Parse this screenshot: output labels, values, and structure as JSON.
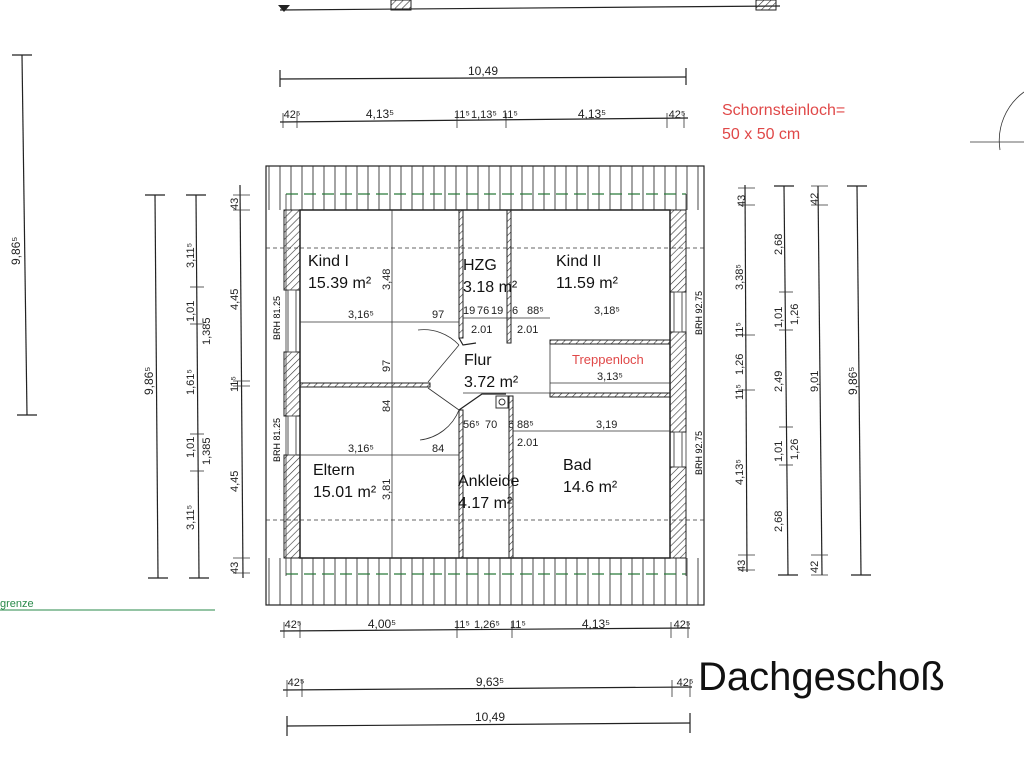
{
  "title": "Dachgeschoß",
  "note": {
    "line1": "Schornsteinloch=",
    "line2": "50 x 50 cm",
    "color": "#e04848"
  },
  "boundary_label": "grenze",
  "rooms": [
    {
      "name": "Kind I",
      "area": "15.39 m²"
    },
    {
      "name": "HZG",
      "area": "3.18 m²"
    },
    {
      "name": "Kind II",
      "area": "11.59 m²"
    },
    {
      "name": "Flur",
      "area": "3.72 m²"
    },
    {
      "name": "Eltern",
      "area": "15.01 m²"
    },
    {
      "name": "Ankleide",
      "area": "4.17 m²"
    },
    {
      "name": "Bad",
      "area": "14.6 m²"
    }
  ],
  "stair_label": "Treppenloch",
  "window_labels": {
    "left": "BRH 81.25",
    "right": "BRH 92.75"
  },
  "top_dims": {
    "total": "10,49",
    "parts": [
      "42⁵",
      "4,13⁵",
      "11⁵",
      "1,13⁵",
      "11⁵",
      "4,13⁵",
      "42⁵"
    ]
  },
  "bottom_dims": {
    "parts": [
      "42⁵",
      "4,00⁵",
      "11⁵",
      "1,26⁵",
      "11⁵",
      "4,13⁵",
      "42⁵"
    ],
    "middle": [
      "42⁵",
      "9,63⁵",
      "42⁵"
    ],
    "total": "10,49"
  },
  "left_dims": {
    "far": "9,86⁵",
    "outer": "9,86⁵",
    "mid": [
      "3,11⁵",
      "1,01",
      "1,385",
      "1,61⁵",
      "1,01",
      "1,385",
      "3,11⁵"
    ],
    "inner": [
      "43",
      "4,45",
      "11⁵",
      "4,45",
      "43"
    ]
  },
  "right_dims": {
    "inner": [
      "43",
      "3,38⁵",
      "11⁵",
      "1,26",
      "11⁵",
      "4,13⁵",
      "43"
    ],
    "mid": [
      "2,68",
      "1,01",
      "1,26",
      "2,49",
      "1,01",
      "1,26",
      "2,68"
    ],
    "outer": [
      "42",
      "9,01",
      "42"
    ],
    "far": "9,86⁵"
  },
  "interior_dims": {
    "kind1_width": "3,16⁵",
    "kind1_height": "3,48",
    "door1": "97",
    "door1_v": "97",
    "hzg": [
      "19",
      "76",
      "19",
      "6",
      "88⁵"
    ],
    "hzg_h1": "2.01",
    "hzg_h2": "2.01",
    "kind2_width": "3,18⁵",
    "stair_width": "3,13⁵",
    "eltern_width": "3,16⁵",
    "door2": "84",
    "door2_v": "84",
    "eltern_height": "3,81",
    "ankl": [
      "56⁵",
      "70",
      "6",
      "88⁵"
    ],
    "bad_h": "2.01",
    "bad_width": "3,19"
  }
}
